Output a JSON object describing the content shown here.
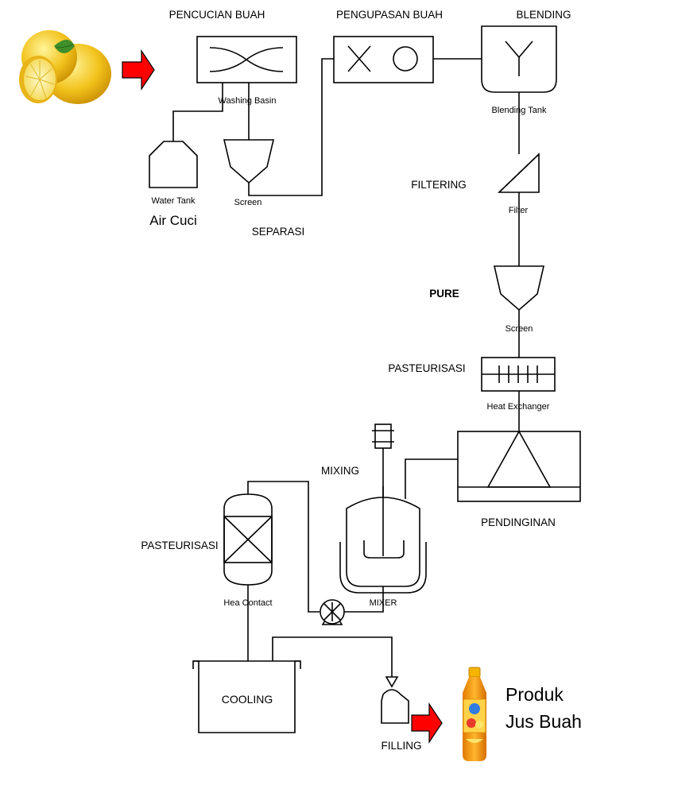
{
  "stages": {
    "washing": "PENCUCIAN BUAH",
    "peeling": "PENGUPASAN BUAH",
    "blending": "BLENDING",
    "filtering": "FILTERING",
    "pure": "PURE",
    "pasteurization_1": "PASTEURISASI",
    "mixing": "MIXING",
    "pasteurization_2": "PASTEURISASI",
    "cooling_stage": "PENDINGINAN",
    "separation": "SEPARASI",
    "filling": "FILLING"
  },
  "equipment": {
    "washing_basin": "Washing Basin",
    "water_tank": "Water Tank",
    "screen_1": "Screen",
    "blending_tank": "Blending Tank",
    "filter": "Filter",
    "screen_2": "Screen",
    "heat_exchanger": "Heat Exchanger",
    "mixer": "MIXER",
    "heat_contact": "Hea Contact",
    "cooling_tank": "COOLING"
  },
  "notes": {
    "wash_water": "Air Cuci",
    "product_line1": "Produk",
    "product_line2": "Jus Buah"
  },
  "colors": {
    "arrow": "#ff0000",
    "lemon": "#f2c21b",
    "leaf": "#3f8f2a",
    "bottle": "#f29a12"
  },
  "icons": {
    "input": "lemon-fruit-icon",
    "output": "juice-bottle-icon"
  }
}
